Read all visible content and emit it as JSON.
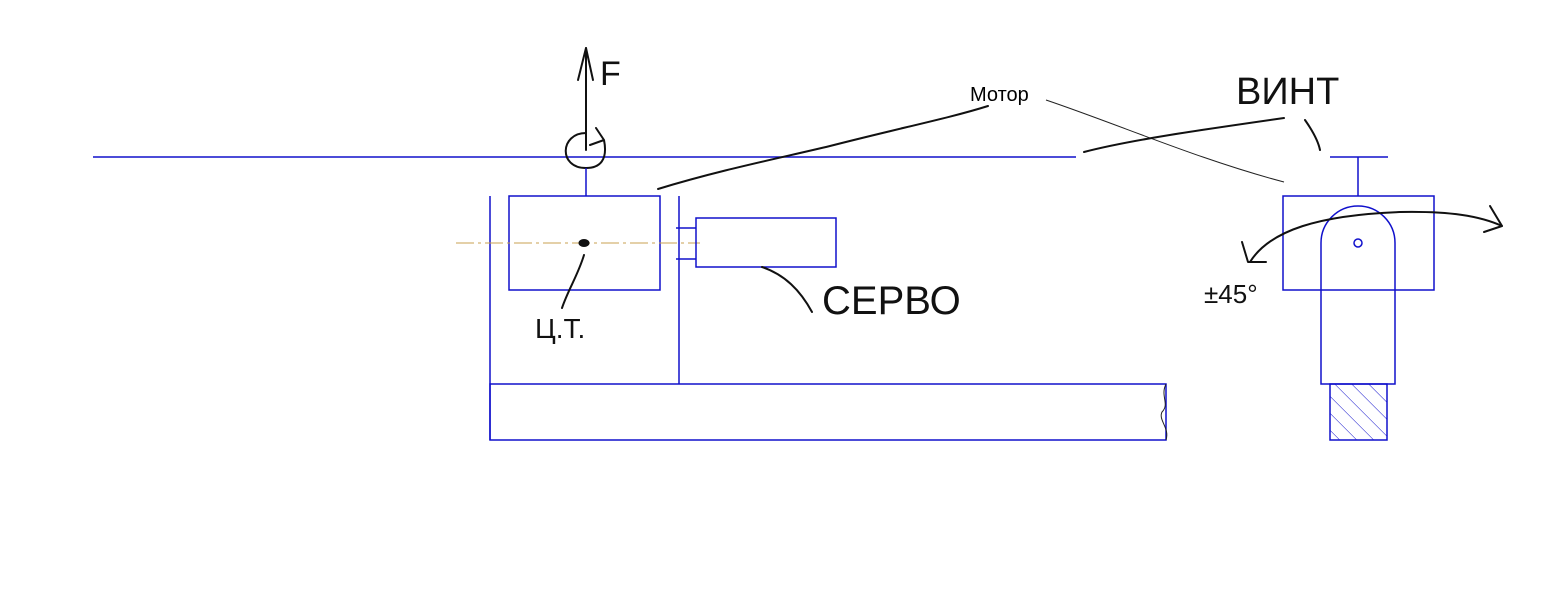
{
  "labels": {
    "motor": "Мотор",
    "force": "F",
    "center_of_mass": "Ц.Т.",
    "servo": "СЕРВО",
    "propeller": "ВИНТ",
    "angle": "±45°"
  },
  "colors": {
    "drawing": "#1010cc",
    "ink": "#111111",
    "axis": "#c8a050"
  }
}
